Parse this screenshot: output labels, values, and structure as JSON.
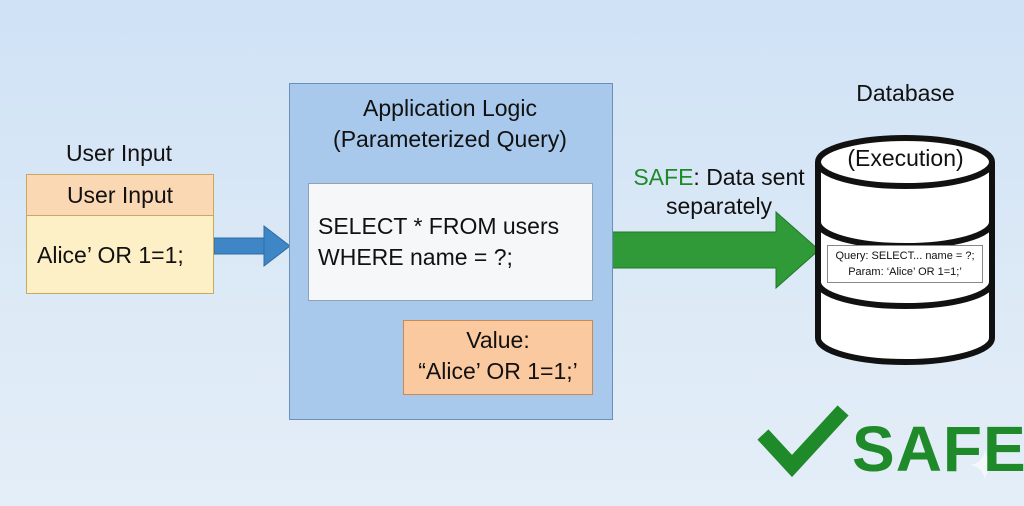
{
  "user_input": {
    "caption": "User Input",
    "header": "User Input",
    "value": "Alice’ OR 1=1;"
  },
  "app_logic": {
    "title_line1": "Application Logic",
    "title_line2": "(Parameterized Query)",
    "query_line1": "SELECT * FROM users",
    "query_line2": "WHERE name = ?;",
    "value_label": "Value:",
    "value_text": "“Alice’ OR 1=1;’"
  },
  "transfer": {
    "safe_word": "SAFE",
    "label_rest": ": Data sent",
    "label_line2": "separately"
  },
  "database": {
    "caption": "Database",
    "execution": "(Execution)",
    "query_line": "Query: SELECT... name = ?;",
    "param_line": "Param: ‘Alice’ OR 1=1;’"
  },
  "badge": {
    "text": "SAFE"
  },
  "colors": {
    "safe_green": "#1f8a2a",
    "input_arrow": "#3f86c6",
    "app_blue": "#a9c9ec",
    "value_orange": "#fbc9a0"
  }
}
